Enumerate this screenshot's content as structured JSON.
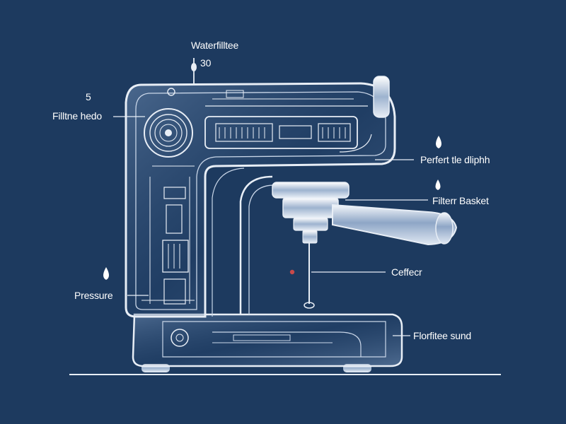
{
  "diagram": {
    "background_color": "#1d3a5f",
    "line_color": "#e8eef6",
    "accent_color": "#c84a4a",
    "labels": {
      "water_filter": "Waterfilltee",
      "water_filter_marker": "30",
      "filter_head_marker": "5",
      "filter_head": "Filltne hedo",
      "perfect_drip": "Perfert tle dliphh",
      "filter_basket": "Filterr Basket",
      "coffee": "Ceffecr",
      "pressure": "Pressure",
      "floor_sound": "Florfitee sund"
    }
  }
}
